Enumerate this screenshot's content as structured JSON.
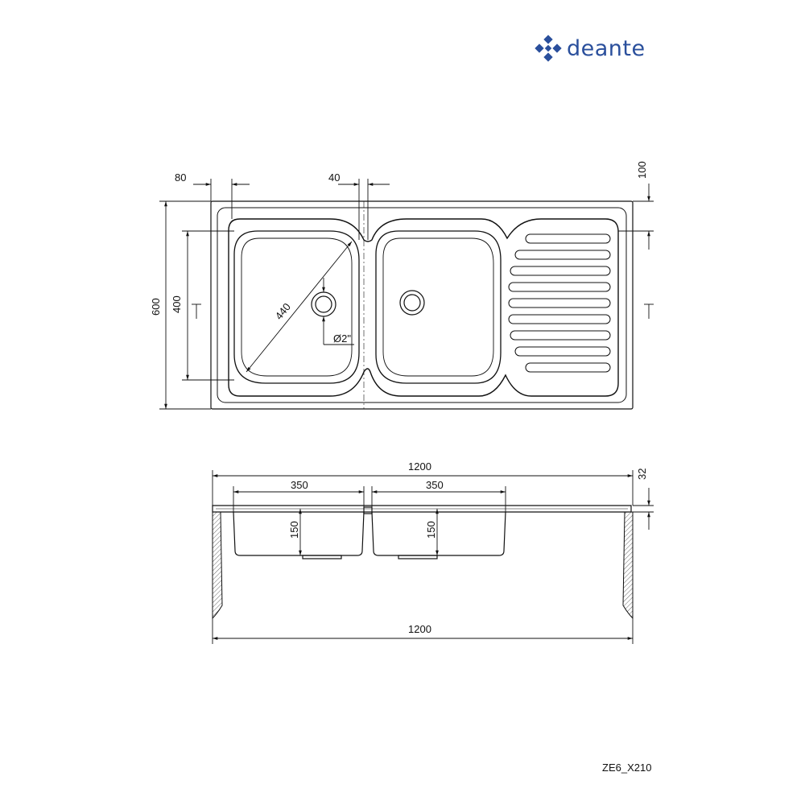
{
  "brand": {
    "name": "deante",
    "color": "#2a4f9c"
  },
  "model_code": "ZE6_X210",
  "top_view": {
    "dims": {
      "edge_offset": "80",
      "gap_between_bowls": "40",
      "back_offset": "100",
      "total_depth": "600",
      "bowl_depth": "400",
      "bowl_diagonal": "440",
      "drain_diameter": "Ø2\""
    }
  },
  "side_view": {
    "dims": {
      "total_width_top": "1200",
      "rim_height": "32",
      "bowl1_width": "350",
      "bowl2_width": "350",
      "bowl1_depth": "150",
      "bowl2_depth": "150",
      "total_width_bottom": "1200"
    }
  },
  "icons": {
    "logo": "deante-logo-icon"
  }
}
